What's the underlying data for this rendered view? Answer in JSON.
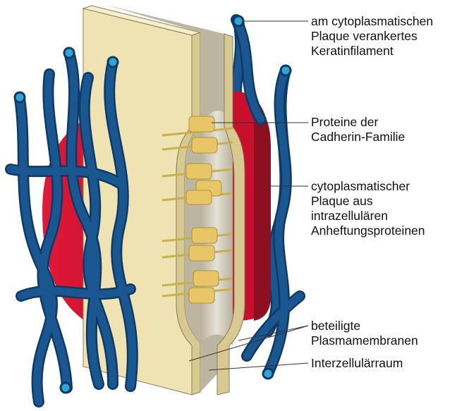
{
  "labels": {
    "keratin": [
      "am cytoplasmatischen",
      "Plaque verankertes",
      "Keratinfilament"
    ],
    "cadherin": [
      "Proteine der",
      "Cadherin-Familie"
    ],
    "plaque": [
      "cytoplasmatischer",
      "Plaque aus",
      "intrazellulären",
      "Anheftungsproteinen"
    ],
    "membranes": [
      "beteiligte",
      "Plasmamembranen"
    ],
    "intercellular": [
      "Interzellulärraum"
    ]
  },
  "colors": {
    "filament": "#1a5690",
    "filament_dark": "#0f3a66",
    "filament_end": "#2ea6d4",
    "plaque_red": "#c8102e",
    "plaque_dark": "#8c0f22",
    "membrane_beige": "#efe3b4",
    "membrane_grey": "#bcb6a0",
    "protein_gold": "#e8c566",
    "leader_line": "#333333"
  }
}
